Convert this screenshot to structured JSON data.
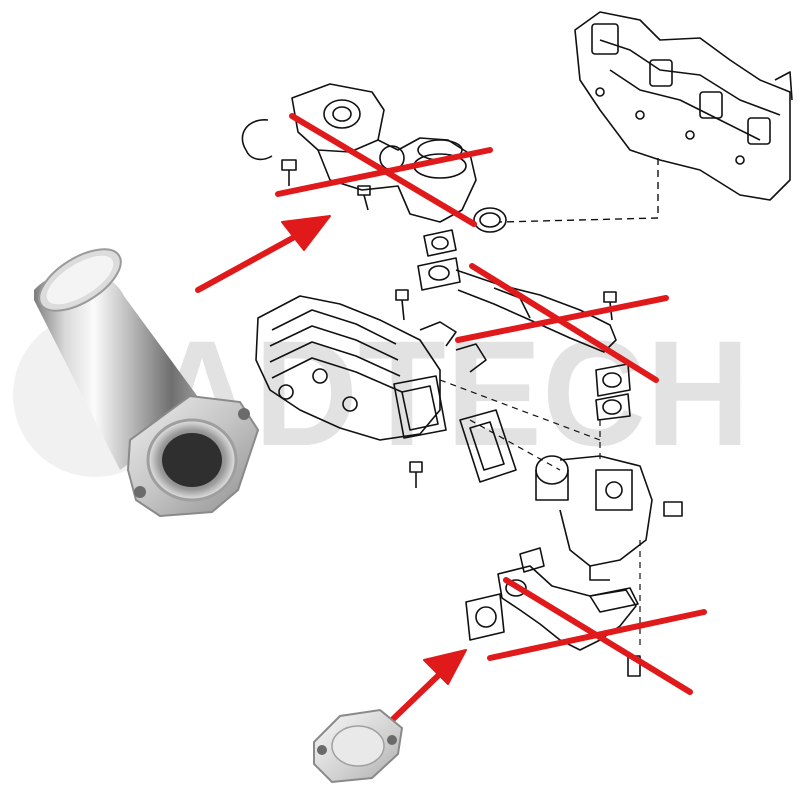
{
  "watermark": {
    "text": "ADTECH"
  },
  "colors": {
    "background": "#ffffff",
    "line_art": "#111111",
    "cross_mark": "#e0191b",
    "arrow": "#e0191b",
    "metal_light": "#f2f2f2",
    "metal_dark": "#8a8a8a",
    "watermark": "#cccccc"
  },
  "parts": [
    {
      "name": "egr-delete-pipe",
      "kind": "photo",
      "status": "replacement"
    },
    {
      "name": "egr-blanking-plate",
      "kind": "photo",
      "status": "replacement"
    },
    {
      "name": "egr-valve-assembly",
      "kind": "line-drawing",
      "status": "removed"
    },
    {
      "name": "egr-connecting-tube",
      "kind": "line-drawing",
      "status": "removed"
    },
    {
      "name": "egr-outlet-elbow",
      "kind": "line-drawing",
      "status": "removed"
    },
    {
      "name": "egr-cooler",
      "kind": "line-drawing",
      "status": "kept"
    },
    {
      "name": "intake-manifold",
      "kind": "line-drawing",
      "status": "kept"
    },
    {
      "name": "throttle-body",
      "kind": "line-drawing",
      "status": "kept"
    }
  ]
}
